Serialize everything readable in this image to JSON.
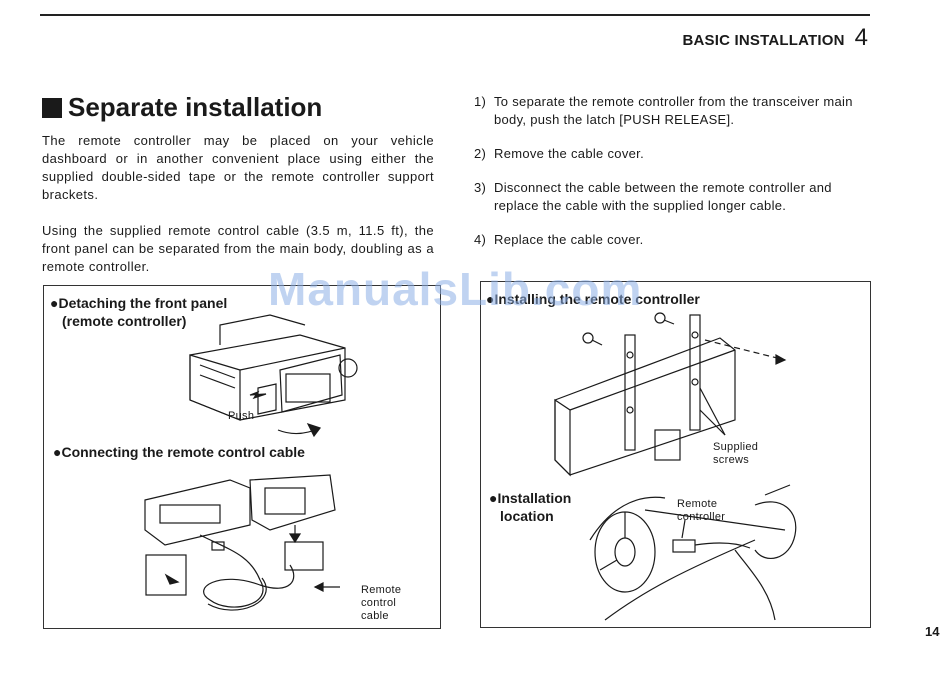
{
  "header": {
    "title": "BASIC INSTALLATION",
    "number": "4"
  },
  "section": {
    "title": "Separate installation"
  },
  "intro": {
    "p1": "The remote controller may be placed on your vehicle dashboard or in another convenient place using either the supplied double-sided tape or the remote controller support brackets.",
    "p2": "Using the supplied remote control cable (3.5 m, 11.5 ft), the front panel can be separated from the main body, doubling as a remote controller."
  },
  "steps": [
    {
      "num": "1)",
      "text": "To separate the remote controller from the transceiver main body, push the latch [PUSH RELEASE]."
    },
    {
      "num": "2)",
      "text": "Remove the cable cover."
    },
    {
      "num": "3)",
      "text": "Disconnect the cable between the remote controller and replace the cable with the supplied longer cable."
    },
    {
      "num": "4)",
      "text": "Replace the cable cover."
    }
  ],
  "figures": {
    "detaching": {
      "line1": "●Detaching the front panel",
      "line2": "(remote controller)",
      "push": "Push"
    },
    "connecting": {
      "title": "●Connecting the remote control cable",
      "cable_l1": "Remote",
      "cable_l2": "control",
      "cable_l3": "cable"
    },
    "installing": {
      "title": "●Installing the remote controller",
      "screws_l1": "Supplied",
      "screws_l2": "screws"
    },
    "location": {
      "line1": "●Installation",
      "line2": "location",
      "rc_l1": "Remote",
      "rc_l2": "controller"
    }
  },
  "watermark": "ManualsLib.com",
  "page_number": "14"
}
